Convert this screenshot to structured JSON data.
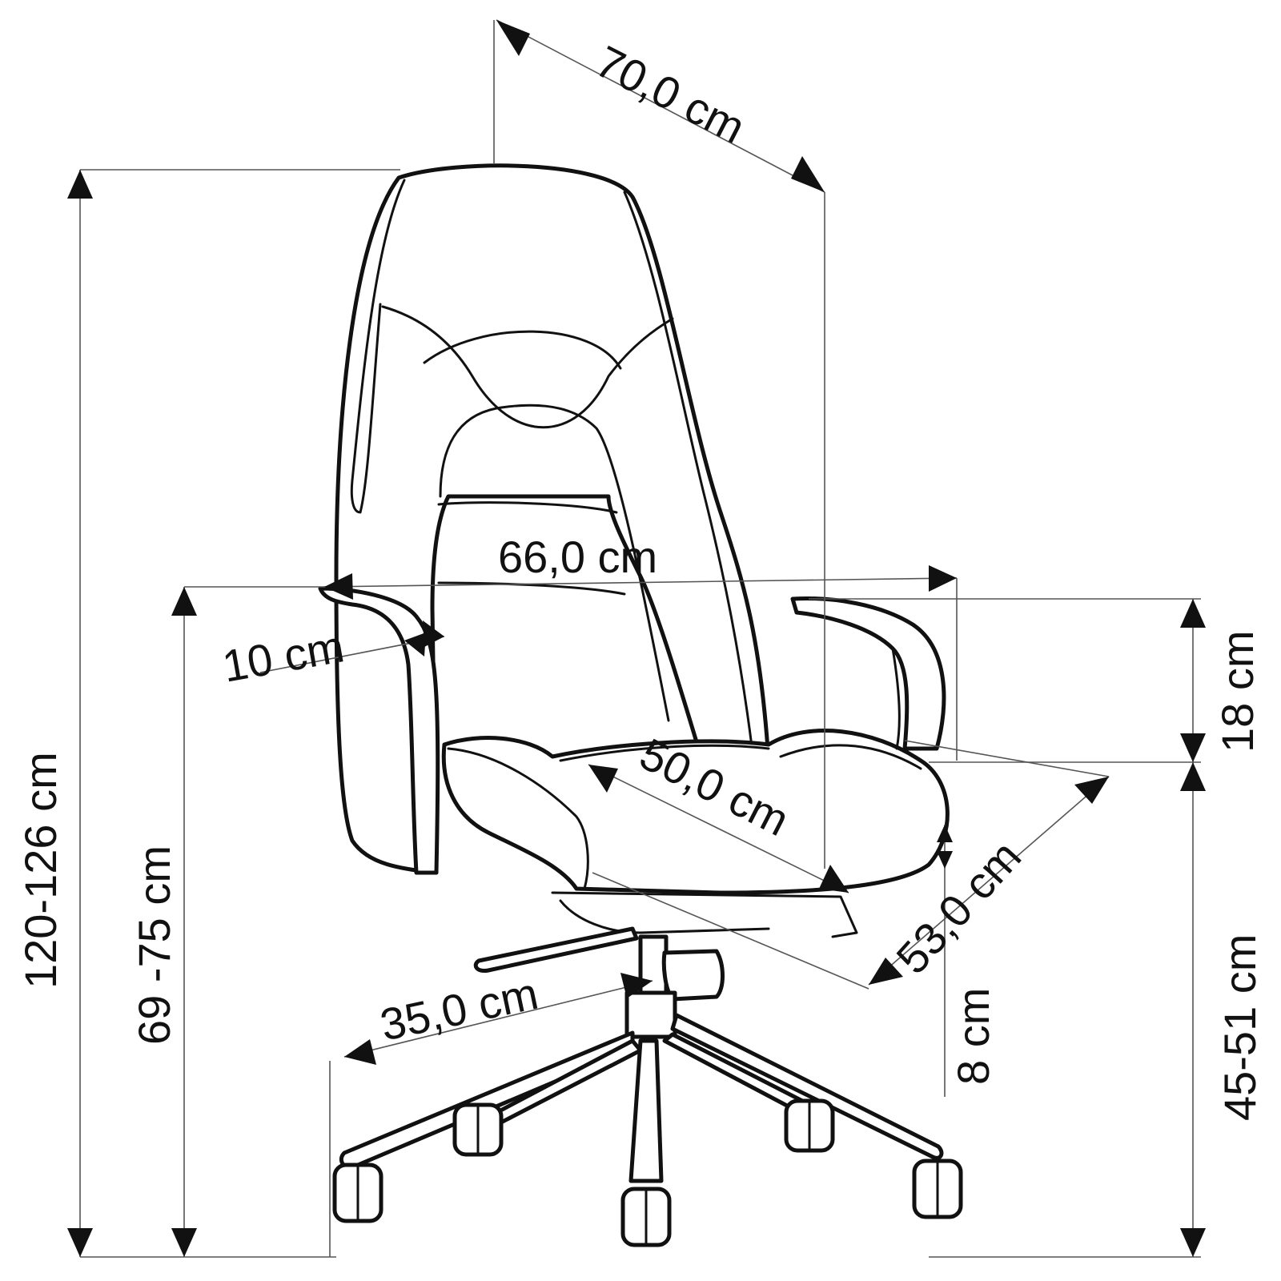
{
  "dimensions": {
    "depth_label": "70,0 cm",
    "width_label": "66,0 cm",
    "armrest_width_label": "10 cm",
    "armrest_height_label": "18 cm",
    "seat_depth_label": "50,0 cm",
    "seat_width_label": "53,0 cm",
    "seat_thickness_label": "8 cm",
    "base_radius_label": "35,0 cm",
    "total_height_label": "120-126 cm",
    "armrest_floor_height_label": "69 -75 cm",
    "seat_height_label": "45-51 cm"
  }
}
